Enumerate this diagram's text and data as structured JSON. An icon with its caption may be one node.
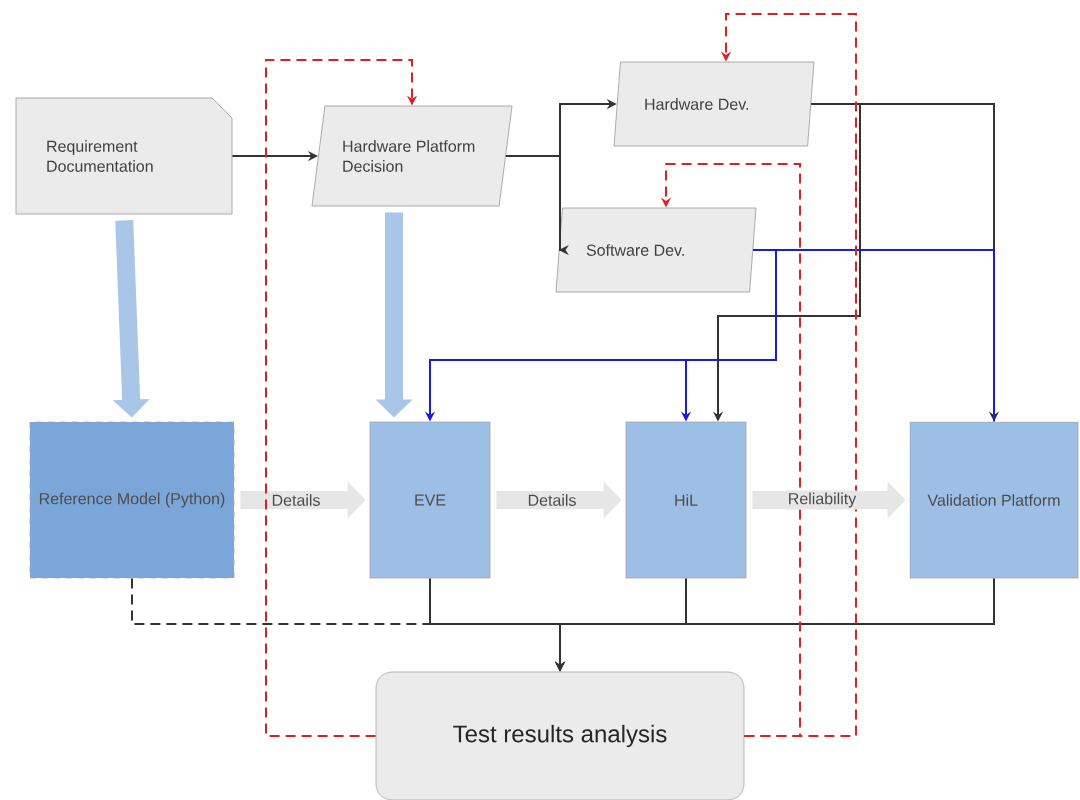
{
  "diagram": {
    "nodes": [
      {
        "text": [
          "Requirement Documentation"
        ]
      },
      {
        "text": [
          "Hardware Platform Decision"
        ]
      },
      {
        "text": [
          "Hardware Dev."
        ]
      },
      {
        "text": [
          "Software Dev."
        ]
      },
      {
        "text": [
          "Reference Model (Python)"
        ]
      },
      {
        "text": [
          "EVE"
        ]
      },
      {
        "text": [
          "HiL"
        ]
      },
      {
        "text": [
          "Validation Platform"
        ]
      },
      {
        "text": [
          "Test results analysis"
        ]
      }
    ],
    "edges": [
      {
        "from": 0,
        "to": 1,
        "arrow": "to"
      },
      {
        "from": 1,
        "to": 2,
        "arrow": "to"
      },
      {
        "from": 1,
        "to": 3,
        "arrow": "to"
      },
      {
        "from": 0,
        "to": 4,
        "arrow": "to",
        "style": "thick",
        "color": "#a9c6e8"
      },
      {
        "from": 1,
        "to": 5,
        "arrow": "to",
        "style": "thick",
        "color": "#a9c6e8"
      },
      {
        "from": 4,
        "to": 5,
        "arrow": "to",
        "style": "thick",
        "color": "#e6e6e6",
        "label": "Details"
      },
      {
        "from": 5,
        "to": 6,
        "arrow": "to",
        "style": "thick",
        "color": "#e6e6e6",
        "label": "Details"
      },
      {
        "from": 6,
        "to": 7,
        "arrow": "to",
        "style": "thick",
        "color": "#e6e6e6",
        "label": "Reliability"
      },
      {
        "from": 2,
        "to": 6,
        "arrow": "to"
      },
      {
        "from": 2,
        "to": 7,
        "arrow": "to"
      },
      {
        "from": 3,
        "to": 5,
        "arrow": "to",
        "color": "#1a1ae6"
      },
      {
        "from": 3,
        "to": 6,
        "arrow": "to",
        "color": "#1a1ae6"
      },
      {
        "from": 3,
        "to": 7,
        "arrow": "none",
        "color": "#1a1ae6"
      },
      {
        "from": 4,
        "to": 8,
        "arrow": "to",
        "style": "dashed"
      },
      {
        "from": 5,
        "to": 8,
        "arrow": "to"
      },
      {
        "from": 6,
        "to": 8,
        "arrow": "to"
      },
      {
        "from": 7,
        "to": 8,
        "arrow": "to"
      },
      {
        "from": 8,
        "to": 1,
        "arrow": "to",
        "style": "dashed",
        "color": "#e02020"
      },
      {
        "from": 8,
        "to": 3,
        "arrow": "to",
        "style": "dashed",
        "color": "#e02020"
      },
      {
        "from": 8,
        "to": 2,
        "arrow": "to",
        "style": "dashed",
        "color": "#e02020"
      }
    ]
  }
}
